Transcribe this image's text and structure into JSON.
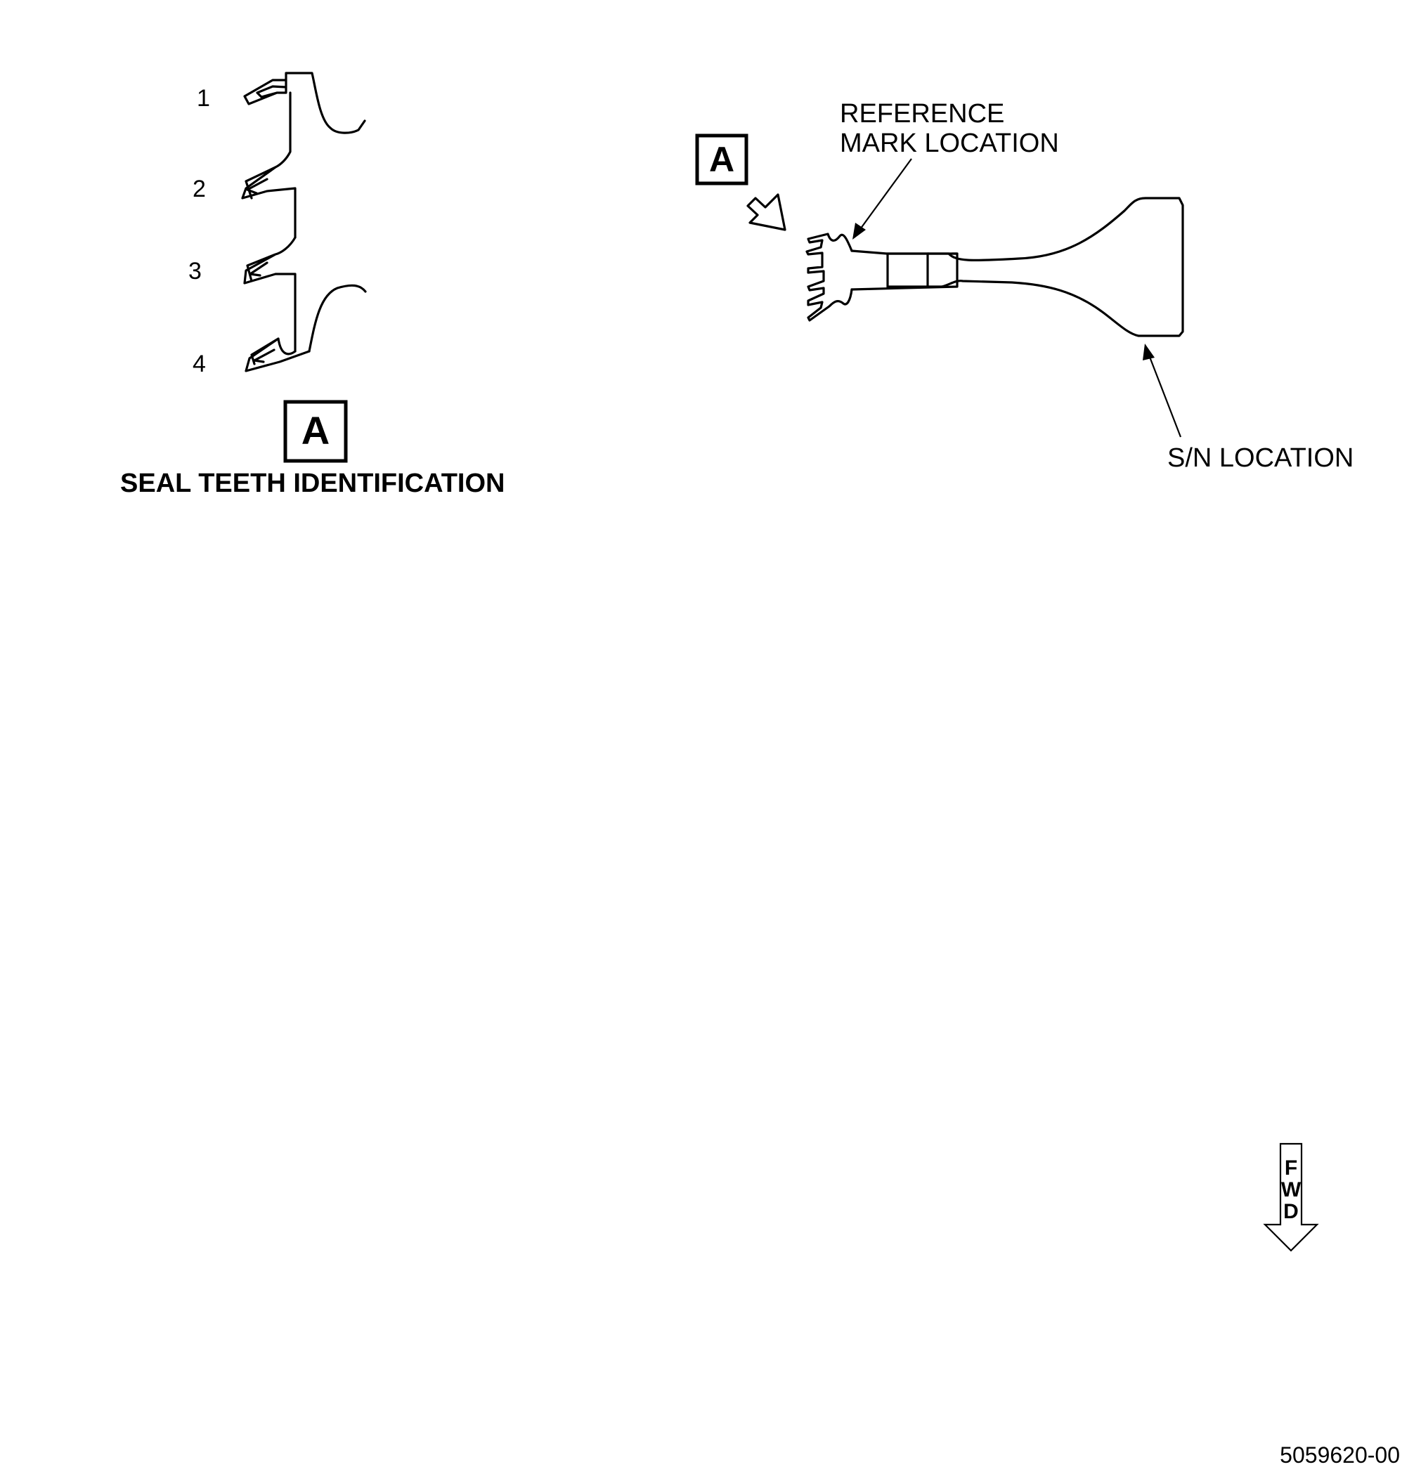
{
  "seal_teeth": {
    "numbers": [
      "1",
      "2",
      "3",
      "4"
    ],
    "view_letter": "A",
    "caption": "SEAL TEETH IDENTIFICATION"
  },
  "main_view": {
    "view_letter": "A",
    "reference_mark_line1": "REFERENCE",
    "reference_mark_line2": "MARK LOCATION",
    "sn_location": "S/N LOCATION"
  },
  "fwd": {
    "letters": [
      "F",
      "W",
      "D"
    ]
  },
  "figure_id": "5059620-00"
}
